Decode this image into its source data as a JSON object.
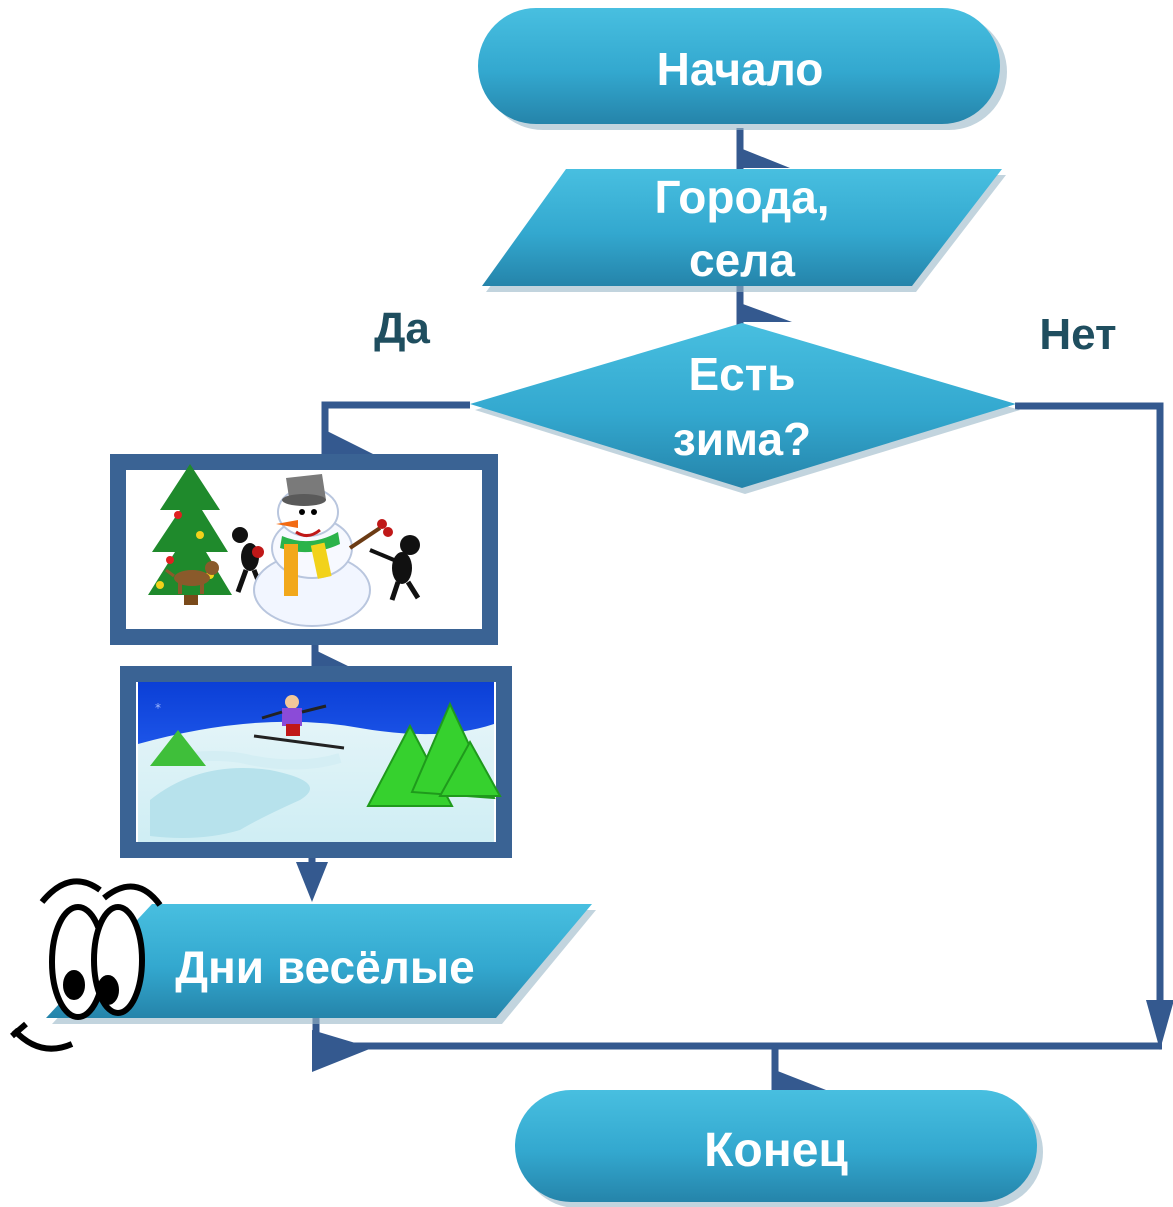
{
  "flowchart": {
    "start": {
      "label": "Начало"
    },
    "input": {
      "line1": "Города,",
      "line2": "села"
    },
    "decision": {
      "line1": "Есть",
      "line2": "зима?"
    },
    "branch_yes": "Да",
    "branch_no": "Нет",
    "output": {
      "label": "Дни весёлые"
    },
    "end": {
      "label": "Конец"
    }
  },
  "colors": {
    "shape_top": "#3bb3d6",
    "shape_bottom": "#2a8fb4",
    "connector": "#34598f",
    "picture_frame": "#3a6394",
    "label_text": "#1f4e5f"
  }
}
